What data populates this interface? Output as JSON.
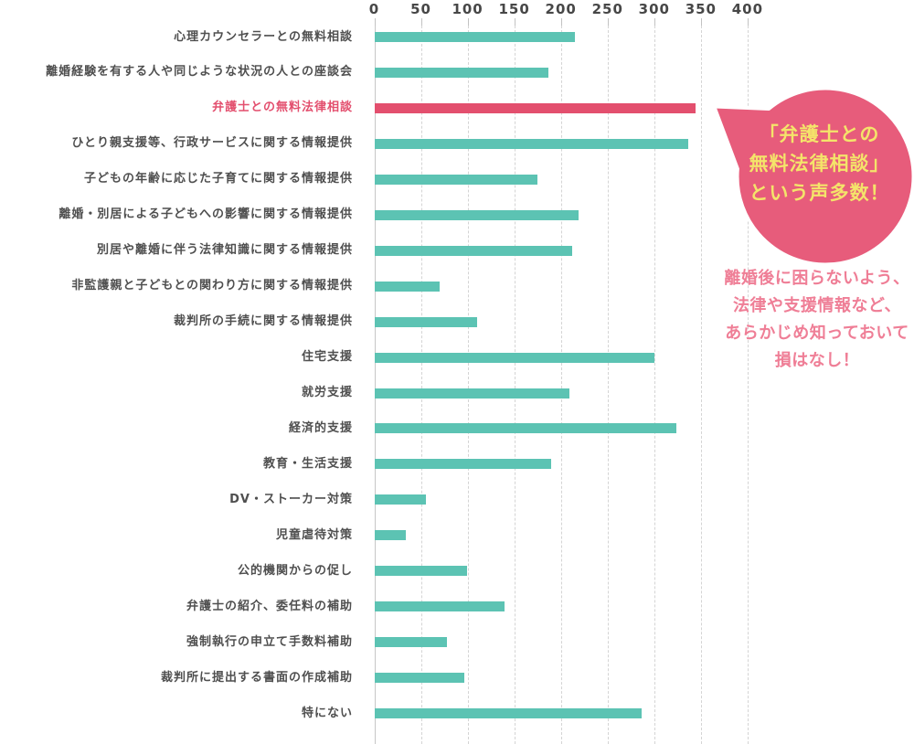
{
  "axis": {
    "ticks": [
      0,
      50,
      100,
      150,
      200,
      250,
      300,
      350,
      400
    ],
    "max": 400
  },
  "chart_data": {
    "type": "bar",
    "orientation": "horizontal",
    "title": "",
    "xlabel": "",
    "ylabel": "",
    "xlim": [
      0,
      400
    ],
    "grid": "vertical-dashed",
    "categories": [
      "心理カウンセラーとの無料相談",
      "離婚経験を有する人や同じような状況の人との座談会",
      "弁護士との無料法律相談",
      "ひとり親支援等、行政サービスに関する情報提供",
      "子どもの年齢に応じた子育てに関する情報提供",
      "離婚・別居による子どもへの影響に関する情報提供",
      "別居や離婚に伴う法律知識に関する情報提供",
      "非監護親と子どもとの関わり方に関する情報提供",
      "裁判所の手続に関する情報提供",
      "住宅支援",
      "就労支援",
      "経済的支援",
      "教育・生活支援",
      "DV・ストーカー対策",
      "児童虐待対策",
      "公的機関からの促し",
      "弁護士の紹介、委任料の補助",
      "強制執行の申立て手数料補助",
      "裁判所に提出する書面の作成補助",
      "特にない"
    ],
    "values": [
      215,
      187,
      344,
      336,
      175,
      219,
      212,
      70,
      110,
      300,
      209,
      324,
      190,
      55,
      34,
      99,
      140,
      78,
      96,
      286
    ],
    "highlight_index": 2,
    "highlight_category": "弁護士との無料法律相談",
    "bar_color": "#5cc3b3",
    "highlight_color": "#e34f6e"
  },
  "bubble": {
    "lines": [
      "「弁護士との",
      "無料法律相談」",
      "という声多数！"
    ],
    "bg_color": "#e75c7b",
    "border_color": "#ffffff",
    "text_color": "#f4e46a"
  },
  "note": {
    "lines": [
      "離婚後に困らないよう、",
      "法律や支援情報など、",
      "あらかじめ知っておいて",
      "損はなし！"
    ],
    "color": "#ef7e96"
  }
}
